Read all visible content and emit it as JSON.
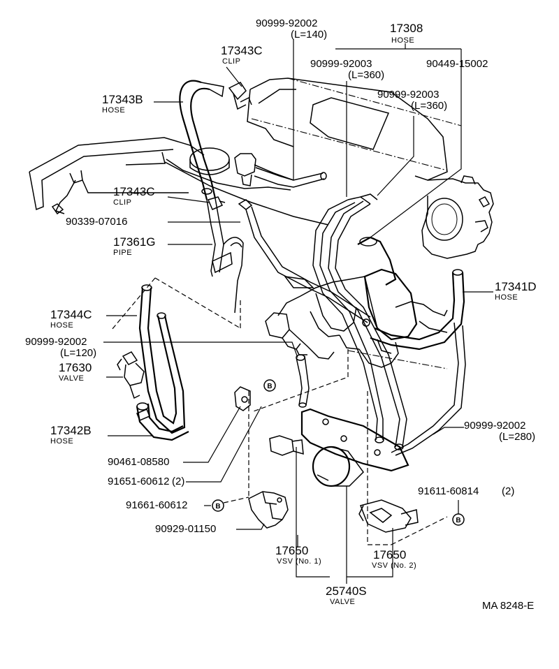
{
  "labels": {
    "p90999_92002_140": "90999-92002",
    "p90999_92002_140_len": "(L=140)",
    "p17308": "17308",
    "p17308_sub": "HOSE",
    "p17343c_top": "17343C",
    "p17343c_top_sub": "CLIP",
    "p90999_92003_a": "90999-92003",
    "p90999_92003_a_len": "(L=360)",
    "p90449_15002": "90449-15002",
    "p17343b": "17343B",
    "p17343b_sub": "HOSE",
    "p90999_92003_b": "90999-92003",
    "p90999_92003_b_len": "(L=360)",
    "p17343c_mid": "17343C",
    "p17343c_mid_sub": "CLIP",
    "p90339_07016": "90339-07016",
    "p17361g": "17361G",
    "p17361g_sub": "PIPE",
    "p17341d": "17341D",
    "p17341d_sub": "HOSE",
    "p17344c": "17344C",
    "p17344c_sub": "HOSE",
    "p90999_92002_120": "90999-92002",
    "p90999_92002_120_len": "(L=120)",
    "p17630": "17630",
    "p17630_sub": "VALVE",
    "p17342b": "17342B",
    "p17342b_sub": "HOSE",
    "p90999_92002_280": "90999-92002",
    "p90999_92002_280_len": "(L=280)",
    "p90461_08580": "90461-08580",
    "p91651_60612": "91651-60612",
    "p91651_60612_qty": "(2)",
    "p91611_60814": "91611-60814",
    "p91611_60814_qty": "(2)",
    "p91661_60612": "91661-60612",
    "p90929_01150": "90929-01150",
    "p17650_no1": "17650",
    "p17650_no1_sub": "VSV (No. 1)",
    "p17650_no2": "17650",
    "p17650_no2_sub": "VSV (No. 2)",
    "p25740s": "25740S",
    "p25740s_sub": "VALVE",
    "marker_b": "B",
    "figure_code": "MA 8248-E"
  }
}
